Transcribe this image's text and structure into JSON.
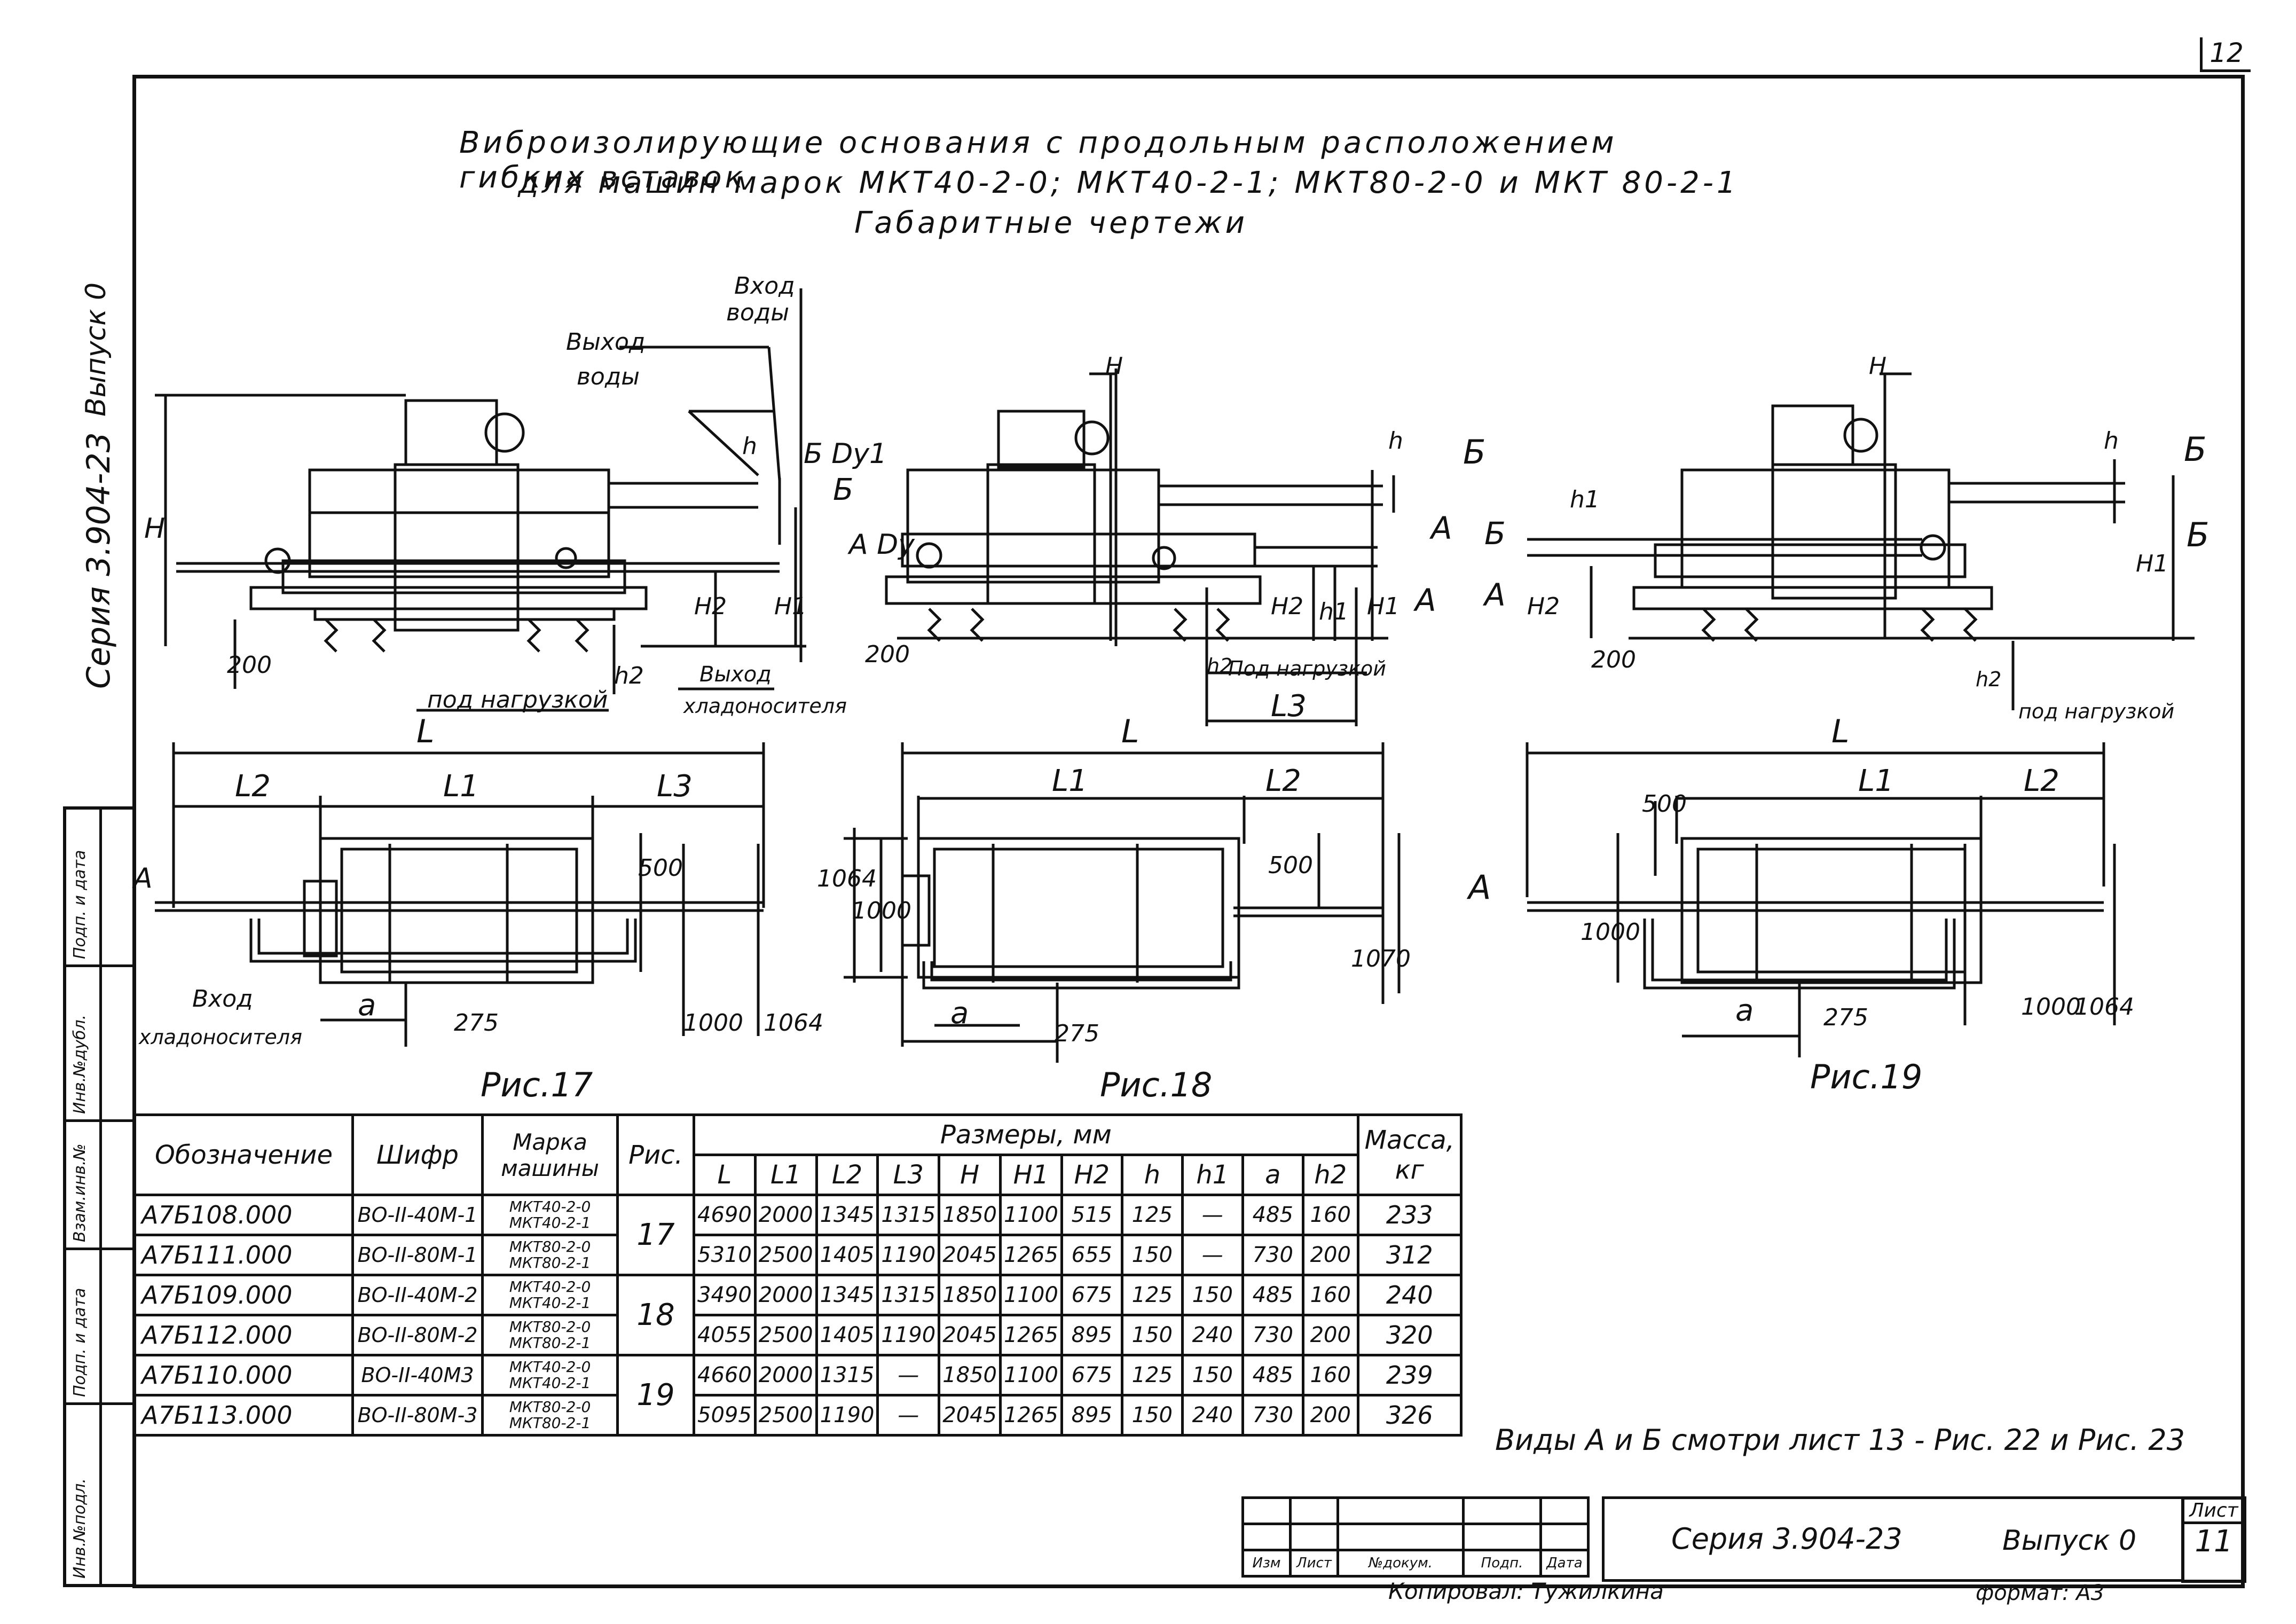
{
  "page_number_top": "12",
  "side_series_text": "Серия 3.904-23",
  "side_issue_text": "Выпуск 0",
  "title": {
    "line1": "Виброизолирующие основания с продольным расположением гибких вставок",
    "line2": "для машин марок МКТ40-2-0; МКТ40-2-1; МКТ80-2-0 и МКТ 80-2-1",
    "line3": "Габаритные чертежи"
  },
  "labels": {
    "water_in_1": "Вход",
    "water_in_2": "воды",
    "water_out_1": "Выход",
    "water_out_2": "воды",
    "under_load": "под нагрузкой",
    "under_load_18": "Под нагрузкой",
    "under_load_19": "под нагрузкой",
    "coolant_out_1": "Выход",
    "coolant_out_2": "хладоносителя",
    "coolant_in_1": "Вход",
    "coolant_in_2": "хладоносителя",
    "B_Dy1": "Б Dу1",
    "A_Dy": "А Dу",
    "B": "Б",
    "A": "А",
    "H": "H",
    "H1": "H1",
    "H2": "H2",
    "h": "h",
    "h1": "h1",
    "h2": "h2",
    "L": "L",
    "L1": "L1",
    "L2": "L2",
    "L3": "L3",
    "a": "a",
    "d200": "200",
    "d275": "275",
    "d500": "500",
    "d1000": "1000",
    "d1064": "1064",
    "d1070": "1070",
    "fig17": "Рис.17",
    "fig18": "Рис.18",
    "fig19": "Рис.19"
  },
  "table": {
    "headers": {
      "designation": "Обозначение",
      "code": "Шифр",
      "model": "Марка машины",
      "fig": "Рис.",
      "sizes": "Размеры, мм",
      "mass": "Масса, кг",
      "cols": [
        "L",
        "L1",
        "L2",
        "L3",
        "H",
        "H1",
        "H2",
        "h",
        "h1",
        "a",
        "h2"
      ]
    },
    "rows": [
      {
        "designation": "А7Б108.000",
        "code": "ВО-II-40М-1",
        "model": [
          "МКТ40-2-0",
          "МКТ40-2-1"
        ],
        "fig": "17",
        "vals": [
          "4690",
          "2000",
          "1345",
          "1315",
          "1850",
          "1100",
          "515",
          "125",
          "—",
          "485",
          "160"
        ],
        "mass": "233"
      },
      {
        "designation": "А7Б111.000",
        "code": "ВО-II-80М-1",
        "model": [
          "МКТ80-2-0",
          "МКТ80-2-1"
        ],
        "fig": "",
        "vals": [
          "5310",
          "2500",
          "1405",
          "1190",
          "2045",
          "1265",
          "655",
          "150",
          "—",
          "730",
          "200"
        ],
        "mass": "312"
      },
      {
        "designation": "А7Б109.000",
        "code": "ВО-II-40М-2",
        "model": [
          "МКТ40-2-0",
          "МКТ40-2-1"
        ],
        "fig": "18",
        "vals": [
          "3490",
          "2000",
          "1345",
          "1315",
          "1850",
          "1100",
          "675",
          "125",
          "150",
          "485",
          "160"
        ],
        "mass": "240"
      },
      {
        "designation": "А7Б112.000",
        "code": "ВО-II-80М-2",
        "model": [
          "МКТ80-2-0",
          "МКТ80-2-1"
        ],
        "fig": "",
        "vals": [
          "4055",
          "2500",
          "1405",
          "1190",
          "2045",
          "1265",
          "895",
          "150",
          "240",
          "730",
          "200"
        ],
        "mass": "320"
      },
      {
        "designation": "А7Б110.000",
        "code": "ВО-II-40М3",
        "model": [
          "МКТ40-2-0",
          "МКТ40-2-1"
        ],
        "fig": "19",
        "vals": [
          "4660",
          "2000",
          "1315",
          "—",
          "1850",
          "1100",
          "675",
          "125",
          "150",
          "485",
          "160"
        ],
        "mass": "239"
      },
      {
        "designation": "А7Б113.000",
        "code": "ВО-II-80М-3",
        "model": [
          "МКТ80-2-0",
          "МКТ80-2-1"
        ],
        "fig": "",
        "vals": [
          "5095",
          "2500",
          "1190",
          "—",
          "2045",
          "1265",
          "895",
          "150",
          "240",
          "730",
          "200"
        ],
        "mass": "326"
      }
    ]
  },
  "note": "Виды А и Б смотри лист 13 - Рис. 22 и Рис. 23",
  "stamp": {
    "cols": [
      "Изм",
      "Лист",
      "№докум.",
      "Подп.",
      "Дата"
    ],
    "series": "Серия 3.904-23",
    "issue": "Выпуск 0",
    "sheet_label": "Лист",
    "sheet_no": "11",
    "copied": "Копировал: Тужилкина",
    "format": "формат: А3"
  },
  "left_strip": [
    "Инв.№подл.",
    "Подп. и дата",
    "Взам.инв.№",
    "Инв.№дубл.",
    "Подп. и дата"
  ]
}
